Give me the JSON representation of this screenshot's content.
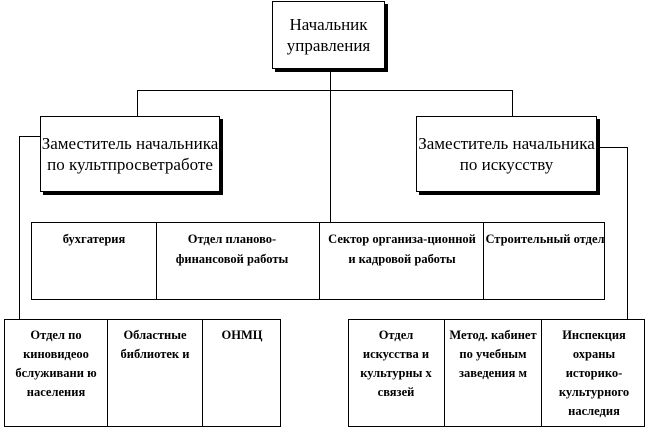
{
  "head": {
    "label": "Начальник управления"
  },
  "deputies": [
    {
      "label": "Заместитель начальника по культпросветработе"
    },
    {
      "label": "Заместитель начальника по искусству"
    }
  ],
  "middle_units": [
    {
      "label": "бухгатерия"
    },
    {
      "label": "Отдел планово-финансовой работы"
    },
    {
      "label": "Сектор организа-ционной и кадровой работы"
    },
    {
      "label": "Строительный отдел"
    }
  ],
  "left_units": [
    {
      "label": "Отдел по киновидеоо бслуживани ю населения"
    },
    {
      "label": "Областные библиотек и"
    },
    {
      "label": "ОНМЦ"
    }
  ],
  "right_units": [
    {
      "label": "Отдел искусства и культурны х связей"
    },
    {
      "label": "Метод. кабинет по учебным заведения м"
    },
    {
      "label": "Инспекция охраны историко-культурного наследия"
    }
  ]
}
